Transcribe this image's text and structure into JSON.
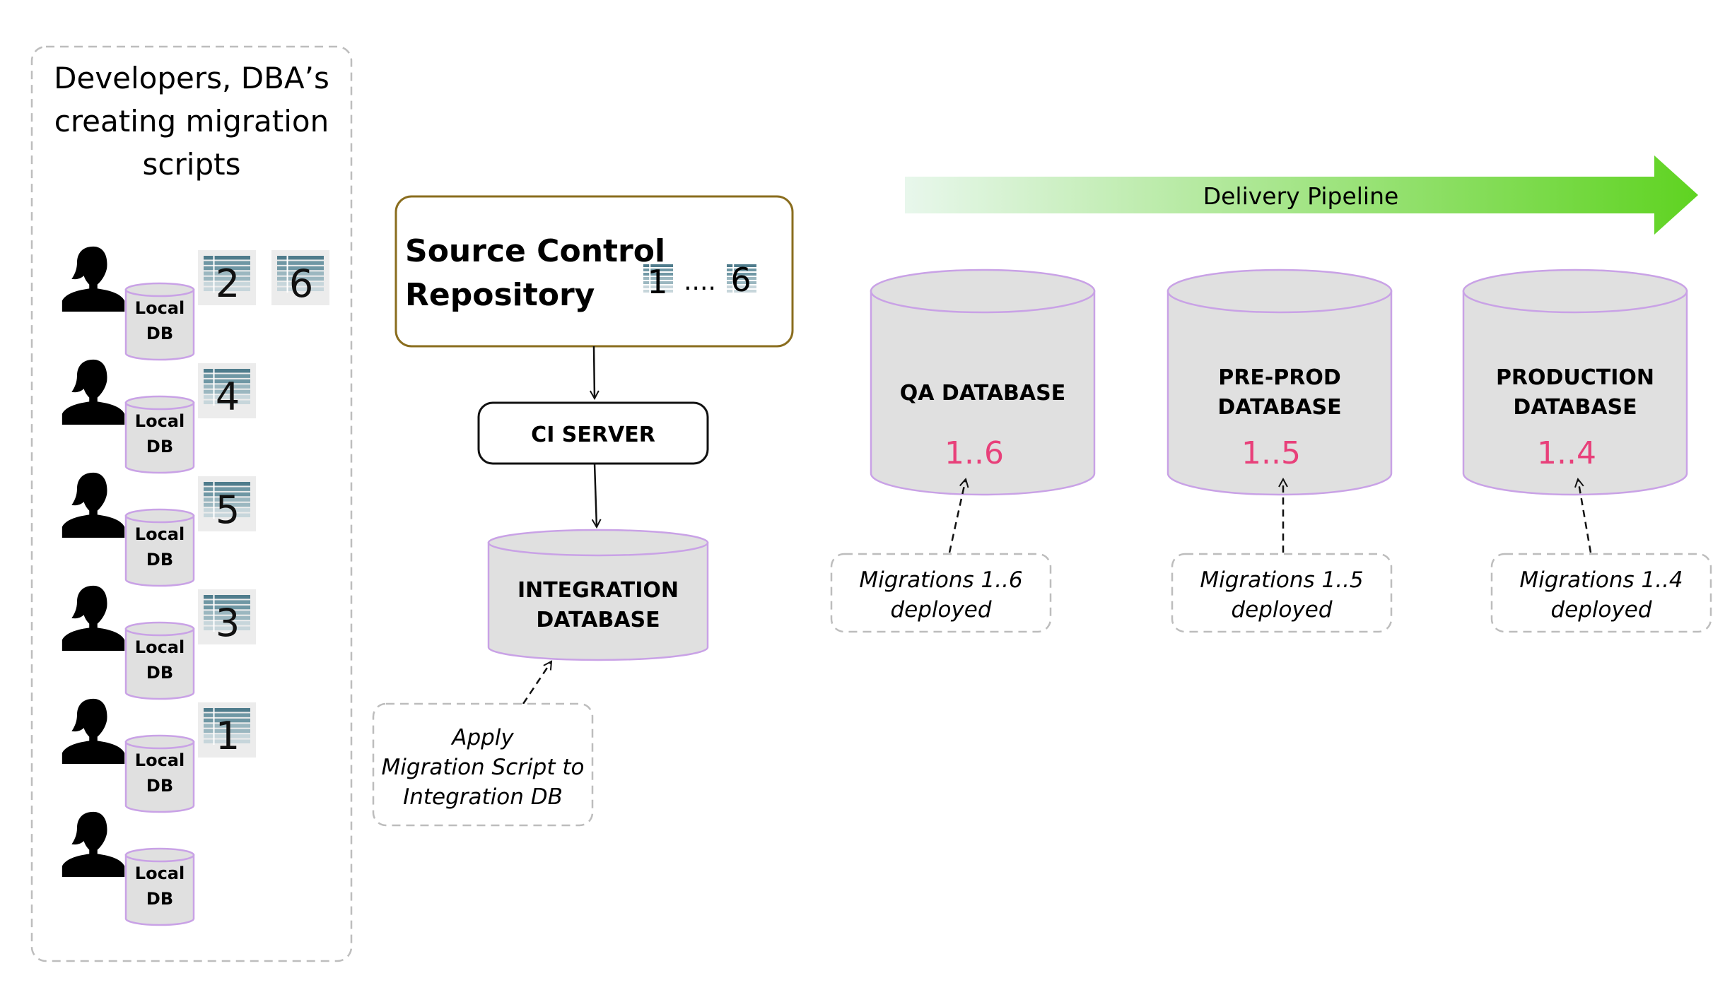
{
  "developers_panel": {
    "title_lines": [
      "Developers, DBA’s",
      "creating migration",
      "scripts"
    ],
    "local_db_line1": "Local",
    "local_db_line2": "DB",
    "developers": [
      {
        "scripts": [
          "2",
          "6"
        ]
      },
      {
        "scripts": [
          "4"
        ]
      },
      {
        "scripts": [
          "5"
        ]
      },
      {
        "scripts": [
          "3"
        ]
      },
      {
        "scripts": [
          "1"
        ]
      },
      {
        "scripts": []
      }
    ]
  },
  "source_control": {
    "title_lines": [
      "Source Control",
      "Repository"
    ],
    "range_start": "1",
    "range_separator": "....",
    "range_end": "6"
  },
  "ci_server": {
    "label": "CI SERVER"
  },
  "integration_db": {
    "label_lines": [
      "INTEGRATION",
      "DATABASE"
    ],
    "note_lines": [
      "Apply",
      "Migration Script to",
      "Integration DB"
    ]
  },
  "pipeline": {
    "label": "Delivery Pipeline"
  },
  "environments": [
    {
      "label_lines": [
        "QA DATABASE"
      ],
      "version": "1..6",
      "note_lines": [
        "Migrations 1..6",
        "deployed"
      ]
    },
    {
      "label_lines": [
        "PRE-PROD",
        "DATABASE"
      ],
      "version": "1..5",
      "note_lines": [
        "Migrations 1..5",
        "deployed"
      ]
    },
    {
      "label_lines": [
        "PRODUCTION",
        "DATABASE"
      ],
      "version": "1..4",
      "note_lines": [
        "Migrations 1..4",
        "deployed"
      ]
    }
  ],
  "colors": {
    "cylinder_fill": "#e0e0e0",
    "cylinder_stroke": "#c9a2e6",
    "version_text": "#e8407a",
    "repo_border": "#8a6d1e",
    "dashed_border": "#bdbdbd",
    "pipeline_start": "#e8f7ec",
    "pipeline_end": "#5fd321",
    "script_dark": "#4f7c8c"
  }
}
